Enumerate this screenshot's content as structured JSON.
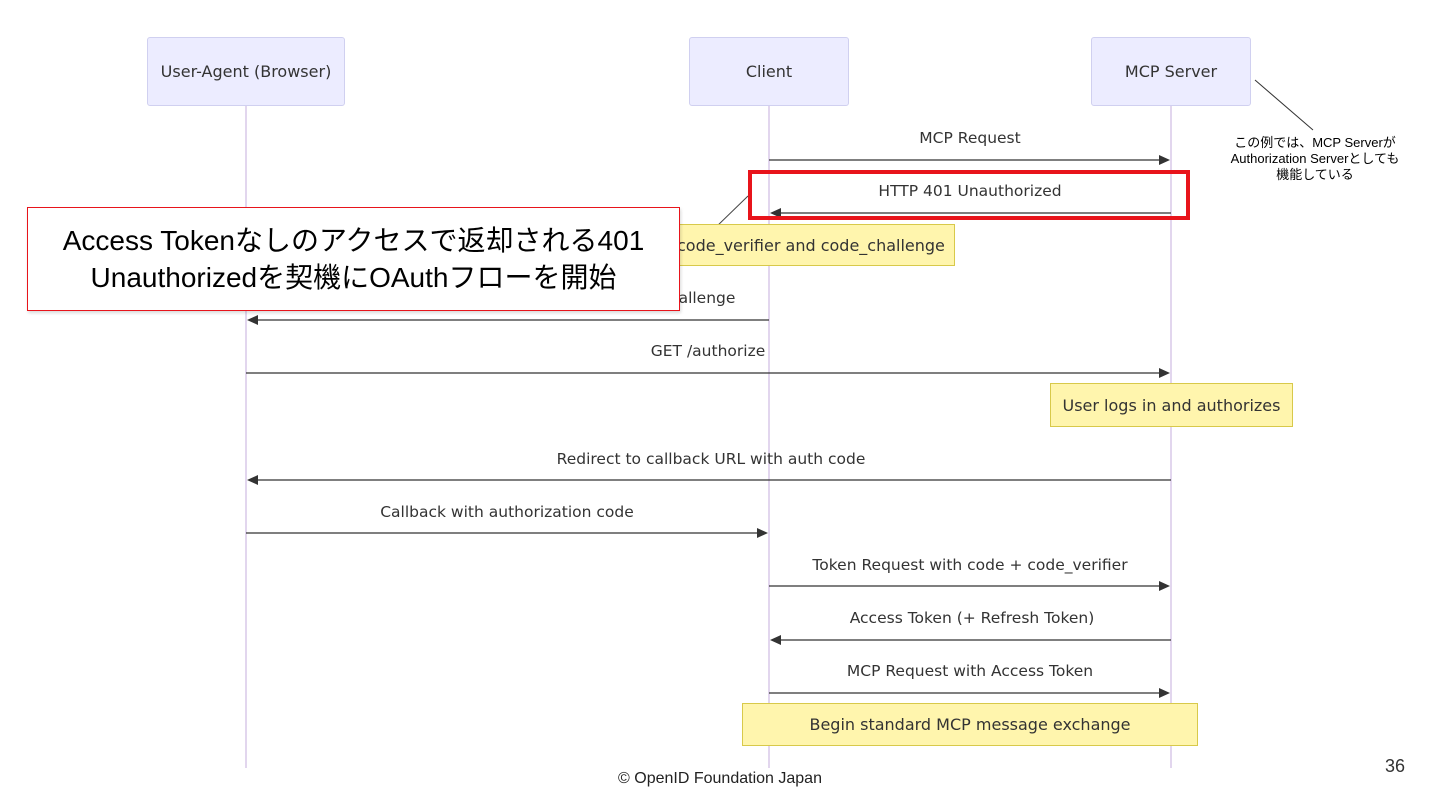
{
  "actors": [
    "User-Agent (Browser)",
    "Client",
    "MCP Server"
  ],
  "messages": [
    {
      "label": "MCP Request",
      "from": "Client",
      "to": "MCP Server"
    },
    {
      "label": "HTTP 401 Unauthorized",
      "from": "MCP Server",
      "to": "Client"
    },
    {
      "label": "allenge",
      "from": "Client",
      "to": "User-Agent (Browser)"
    },
    {
      "label": "GET /authorize",
      "from": "User-Agent (Browser)",
      "to": "MCP Server"
    },
    {
      "label": "Redirect to callback URL with auth code",
      "from": "MCP Server",
      "to": "User-Agent (Browser)"
    },
    {
      "label": "Callback with authorization code",
      "from": "User-Agent (Browser)",
      "to": "Client"
    },
    {
      "label": "Token Request with code + code_verifier",
      "from": "Client",
      "to": "MCP Server"
    },
    {
      "label": "Access Token (+ Refresh Token)",
      "from": "MCP Server",
      "to": "Client"
    },
    {
      "label": "MCP Request with Access Token",
      "from": "Client",
      "to": "MCP Server"
    }
  ],
  "notes": [
    "code_verifier and code_challenge",
    "User logs in and authorizes",
    "Begin standard MCP message exchange"
  ],
  "callout": {
    "line1": "Access Tokenなしのアクセスで返却される401",
    "line2": "Unauthorizedを契機にOAuthフローを開始"
  },
  "side_note": {
    "line1": "この例では、MCP Serverが",
    "line2": "Authorization Serverとしても",
    "line3": "機能している"
  },
  "footer": "© OpenID Foundation Japan",
  "page_number": "36",
  "colors": {
    "actor_fill": "#ececff",
    "note_fill": "#fff5ad",
    "highlight": "#e8141b"
  }
}
